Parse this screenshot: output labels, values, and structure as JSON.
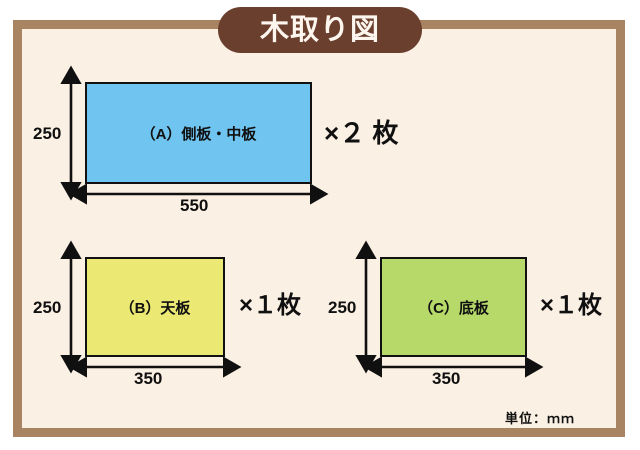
{
  "title": {
    "text": "木取り図"
  },
  "colors": {
    "frame_border": "#a98463",
    "frame_background": "#fbf0e4",
    "banner": "#6b3f2e",
    "banner_text": "#fdf6ef",
    "panel_a": "#70c5f0",
    "panel_b": "#ece874",
    "panel_c": "#b6d96a",
    "outline": "#111111",
    "text": "#101010"
  },
  "panels": [
    {
      "id": "a",
      "label": "（A）側板・中板",
      "quantity": "×２ 枚",
      "height_mm": "250",
      "width_mm": "550",
      "fill": "#70c5f0"
    },
    {
      "id": "b",
      "label": "（B）天板",
      "quantity": "×１枚",
      "height_mm": "250",
      "width_mm": "350",
      "fill": "#ece874"
    },
    {
      "id": "c",
      "label": "（C）底板",
      "quantity": "×１枚",
      "height_mm": "250",
      "width_mm": "350",
      "fill": "#b6d96a"
    }
  ],
  "unit_note": "単位：ｍｍ"
}
